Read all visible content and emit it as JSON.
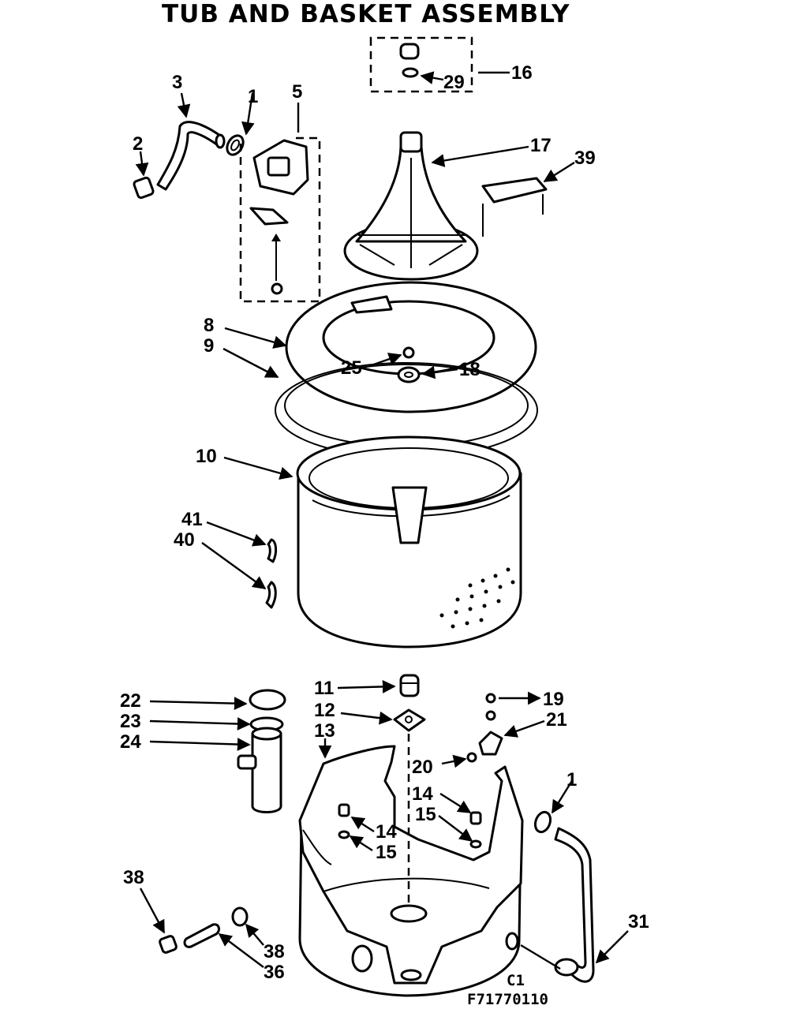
{
  "title": "TUB AND BASKET ASSEMBLY",
  "diagram_code": "C1",
  "figure_number": "F71770110",
  "callouts": [
    {
      "id": "c3",
      "text": "3"
    },
    {
      "id": "c2",
      "text": "2"
    },
    {
      "id": "c1a",
      "text": "1"
    },
    {
      "id": "c5",
      "text": "5"
    },
    {
      "id": "c16",
      "text": "16"
    },
    {
      "id": "c29",
      "text": "29"
    },
    {
      "id": "c17",
      "text": "17"
    },
    {
      "id": "c39",
      "text": "39"
    },
    {
      "id": "c8",
      "text": "8"
    },
    {
      "id": "c9",
      "text": "9"
    },
    {
      "id": "c25",
      "text": "25"
    },
    {
      "id": "c18",
      "text": "18"
    },
    {
      "id": "c10",
      "text": "10"
    },
    {
      "id": "c41",
      "text": "41"
    },
    {
      "id": "c40",
      "text": "40"
    },
    {
      "id": "c22",
      "text": "22"
    },
    {
      "id": "c23",
      "text": "23"
    },
    {
      "id": "c24",
      "text": "24"
    },
    {
      "id": "c11",
      "text": "11"
    },
    {
      "id": "c12",
      "text": "12"
    },
    {
      "id": "c13",
      "text": "13"
    },
    {
      "id": "c19",
      "text": "19"
    },
    {
      "id": "c21",
      "text": "21"
    },
    {
      "id": "c20",
      "text": "20"
    },
    {
      "id": "c1b",
      "text": "1"
    },
    {
      "id": "c14a",
      "text": "14"
    },
    {
      "id": "c15a",
      "text": "15"
    },
    {
      "id": "c14b",
      "text": "14"
    },
    {
      "id": "c15b",
      "text": "15"
    },
    {
      "id": "c38a",
      "text": "38"
    },
    {
      "id": "c38b",
      "text": "38"
    },
    {
      "id": "c36",
      "text": "36"
    },
    {
      "id": "c31",
      "text": "31"
    }
  ]
}
